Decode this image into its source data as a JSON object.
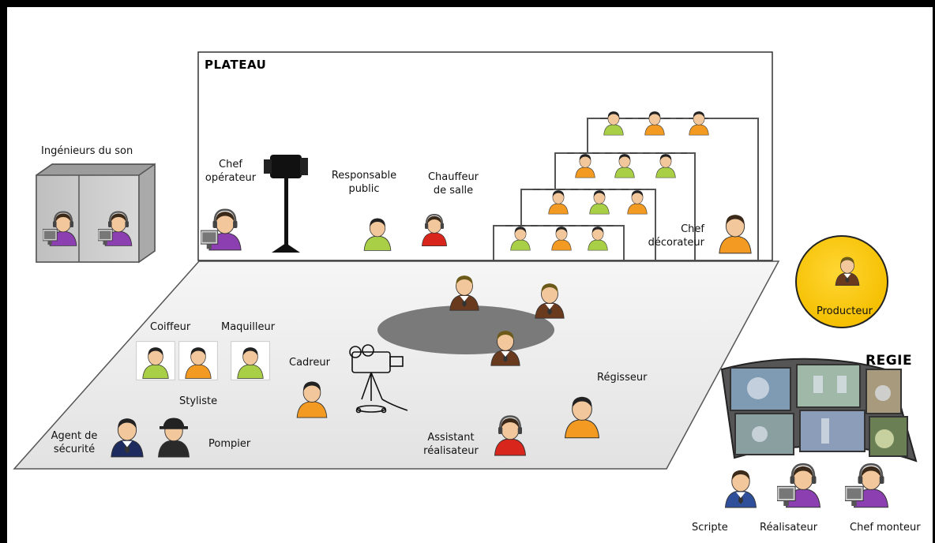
{
  "plateau": {
    "title": "PLATEAU",
    "chef_operateur": "Chef\nopérateur",
    "responsable_public": "Responsable\npublic",
    "chauffeur_salle": "Chauffeur\nde salle",
    "chef_decorateur": "Chef\ndécorateur"
  },
  "son": {
    "title": "Ingénieurs du son"
  },
  "floor": {
    "coiffeur": "Coiffeur",
    "maquilleur": "Maquilleur",
    "styliste": "Styliste",
    "cadreur": "Cadreur",
    "regisseur": "Régisseur",
    "agent_securite": "Agent de\nsécurité",
    "pompier": "Pompier",
    "assistant_realisateur": "Assistant\nréalisateur"
  },
  "producteur": {
    "label": "Producteur",
    "color": "#ffcc00"
  },
  "regie": {
    "title": "REGIE",
    "scripte": "Scripte",
    "realisateur": "Réalisateur",
    "chef_monteur": "Chef monteur"
  },
  "colors": {
    "frame": "#000000",
    "orange_shirt": "#f29a22",
    "green_shirt": "#a8cf45",
    "red_shirt": "#d9261c",
    "purple_shirt": "#8b3fb0",
    "suit": "#6a3a1e",
    "navy_suit": "#1e2b5e",
    "stage_floor": "#ededed",
    "central_disc": "#7a7a7a"
  }
}
